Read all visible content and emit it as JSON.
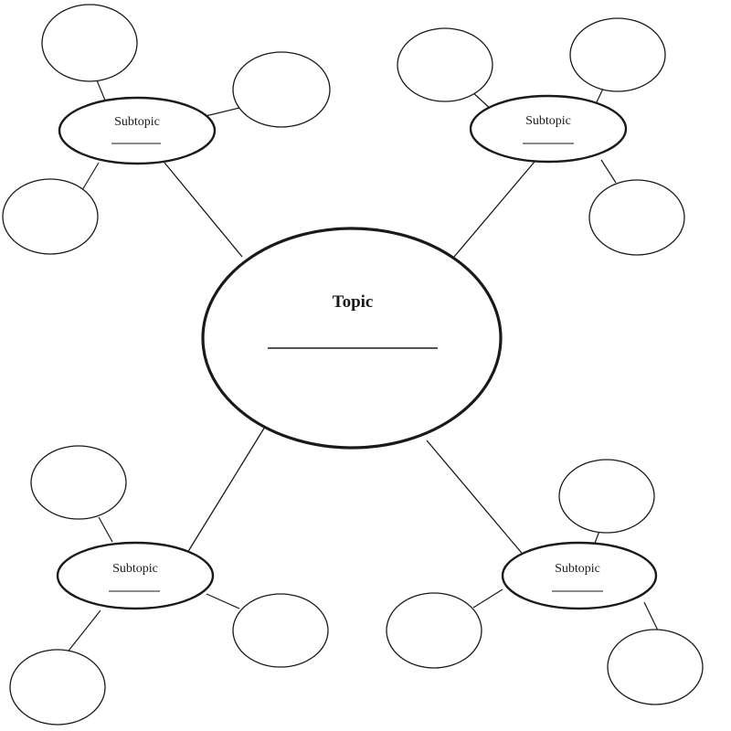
{
  "diagram": {
    "topic": {
      "label": "Topic"
    },
    "subtopics": [
      {
        "label": "Subtopic"
      },
      {
        "label": "Subtopic"
      },
      {
        "label": "Subtopic"
      },
      {
        "label": "Subtopic"
      }
    ],
    "colors": {
      "stroke": "#1a1a1a",
      "background": "#ffffff"
    }
  }
}
